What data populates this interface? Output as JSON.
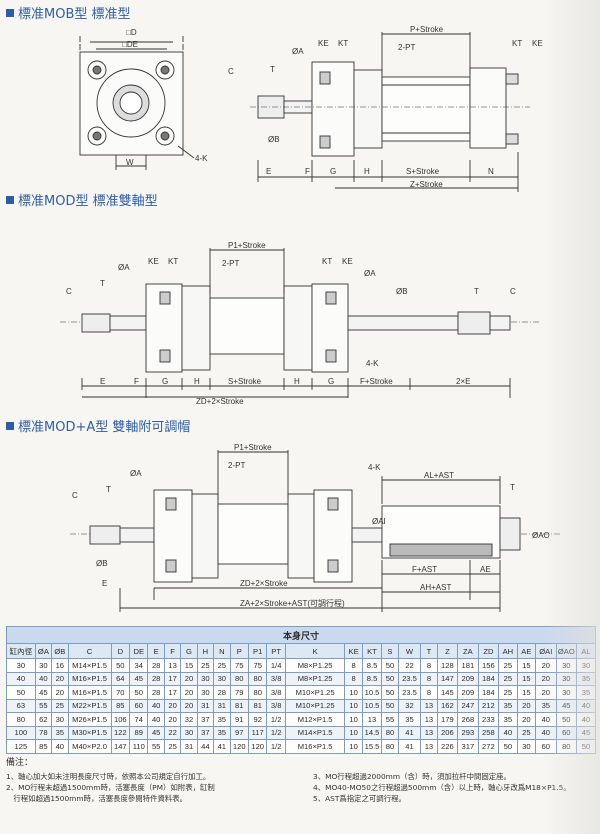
{
  "sections": [
    {
      "title": "標准MOB型 標准型"
    },
    {
      "title": "標准MOD型 標准雙軸型"
    },
    {
      "title": "標准MOD+A型 雙軸附可調帽"
    }
  ],
  "drawing1": {
    "labels": {
      "D": "□D",
      "DE": "□DE",
      "W": "W",
      "K4": "4-K",
      "C": "C",
      "T": "T",
      "A": "ØA",
      "B": "ØB",
      "KE": "KE",
      "KT": "KT",
      "PStroke": "P+Stroke",
      "PT": "2-PT",
      "KT2": "KT",
      "KE2": "KE",
      "E": "E",
      "F": "F",
      "G": "G",
      "H": "H",
      "SStroke": "S+Stroke",
      "N": "N",
      "ZStroke": "Z+Stroke"
    }
  },
  "drawing2": {
    "labels": {
      "A": "ØA",
      "KE": "KE",
      "KT": "KT",
      "P1": "P1+Stroke",
      "PT": "2-PT",
      "KT2": "KT",
      "KE2": "KE",
      "A2": "ØA",
      "C": "C",
      "T": "T",
      "B": "ØB",
      "T2": "T",
      "C2": "C",
      "K4": "4-K",
      "E": "E",
      "F": "F",
      "G": "G",
      "H": "H",
      "S": "S+Stroke",
      "H2": "H",
      "G2": "G",
      "FS": "F+Stroke",
      "E2": "2×E",
      "ZD": "ZD+2×Stroke"
    }
  },
  "drawing3": {
    "labels": {
      "P1": "P1+Stroke",
      "A": "ØA",
      "PT": "2-PT",
      "K4": "4-K",
      "C": "C",
      "T": "T",
      "AI": "ØAI",
      "ALAST": "AL+AST",
      "T2": "T",
      "AO": "ØAO",
      "B": "ØB",
      "FAST": "F+AST",
      "AE": "AE",
      "E": "E",
      "ZD": "ZD+2×Stroke",
      "AHAST": "AH+AST",
      "ZA": "ZA+2×Stroke+AST(可調行程)"
    }
  },
  "table": {
    "caption": "本身尺寸",
    "headers": [
      "缸內徑",
      "ØA",
      "ØB",
      "C",
      "D",
      "DE",
      "E",
      "F",
      "G",
      "H",
      "N",
      "P",
      "P1",
      "PT",
      "K",
      "KE",
      "KT",
      "S",
      "W",
      "T",
      "Z",
      "ZA",
      "ZD",
      "AH",
      "AE",
      "ØAI",
      "ØAO",
      "AL"
    ],
    "rows": [
      [
        "30",
        "30",
        "16",
        "M14×P1.5",
        "50",
        "34",
        "28",
        "13",
        "15",
        "25",
        "25",
        "75",
        "75",
        "1/4",
        "M8×P1.25",
        "8",
        "8.5",
        "50",
        "22",
        "8",
        "128",
        "181",
        "156",
        "25",
        "15",
        "20",
        "30",
        "30"
      ],
      [
        "40",
        "40",
        "20",
        "M16×P1.5",
        "64",
        "45",
        "28",
        "17",
        "20",
        "30",
        "30",
        "80",
        "80",
        "3/8",
        "M8×P1.25",
        "8",
        "8.5",
        "50",
        "23.5",
        "8",
        "147",
        "209",
        "184",
        "25",
        "15",
        "20",
        "30",
        "35"
      ],
      [
        "50",
        "45",
        "20",
        "M16×P1.5",
        "70",
        "50",
        "28",
        "17",
        "20",
        "30",
        "28",
        "79",
        "80",
        "3/8",
        "M10×P1.25",
        "10",
        "10.5",
        "50",
        "23.5",
        "8",
        "145",
        "209",
        "184",
        "25",
        "15",
        "20",
        "30",
        "35"
      ],
      [
        "63",
        "55",
        "25",
        "M22×P1.5",
        "85",
        "60",
        "40",
        "20",
        "20",
        "31",
        "31",
        "81",
        "81",
        "3/8",
        "M10×P1.25",
        "10",
        "10.5",
        "50",
        "32",
        "13",
        "162",
        "247",
        "212",
        "35",
        "20",
        "35",
        "45",
        "40"
      ],
      [
        "80",
        "62",
        "30",
        "M26×P1.5",
        "106",
        "74",
        "40",
        "20",
        "32",
        "37",
        "35",
        "91",
        "92",
        "1/2",
        "M12×P1.5",
        "10",
        "13",
        "55",
        "35",
        "13",
        "179",
        "268",
        "233",
        "35",
        "20",
        "40",
        "50",
        "40"
      ],
      [
        "100",
        "78",
        "35",
        "M30×P1.5",
        "122",
        "89",
        "45",
        "22",
        "30",
        "37",
        "35",
        "97",
        "117",
        "1/2",
        "M14×P1.5",
        "10",
        "14.5",
        "80",
        "41",
        "13",
        "206",
        "293",
        "258",
        "40",
        "25",
        "40",
        "60",
        "45"
      ],
      [
        "125",
        "85",
        "40",
        "M40×P2.0",
        "147",
        "110",
        "55",
        "25",
        "31",
        "44",
        "41",
        "120",
        "120",
        "1/2",
        "M16×P1.5",
        "10",
        "15.5",
        "80",
        "41",
        "13",
        "226",
        "317",
        "272",
        "50",
        "30",
        "60",
        "80",
        "50"
      ]
    ]
  },
  "notes": {
    "title": "備注：",
    "left": [
      "1、軸心加大如未注明長度尺寸時，依照本公司規定自行加工。",
      "2、MO行程未超過1500mm時，活塞長度（PM）如附表，缸制",
      "　行程如超過1500mm時，活塞長度參閱特件資料表。"
    ],
    "right": [
      "3、MO行程超過2000mm（含）時，須加拉杆中間固定座。",
      "4、MO40-MO50之行程超過500mm（含）以上時，軸心牙改爲M18×P1.5。",
      "5、AST爲指定之可調行程。"
    ]
  }
}
